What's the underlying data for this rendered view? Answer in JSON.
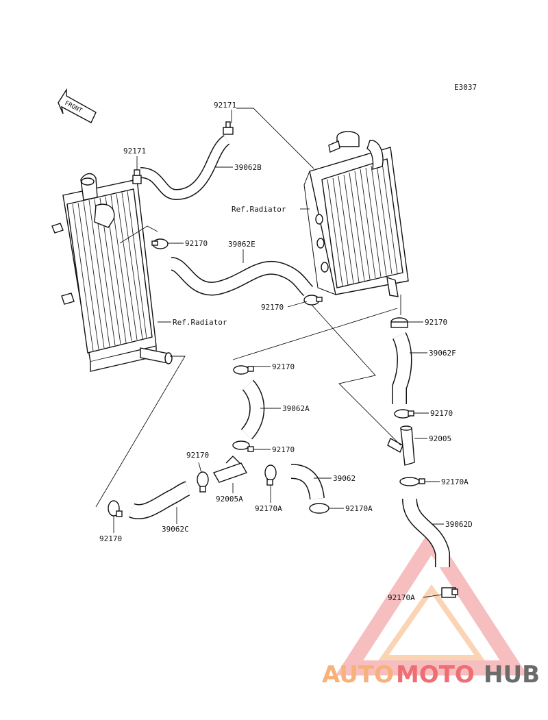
{
  "diagram": {
    "code": "E3037",
    "front_label": "FRONT",
    "ref_labels": {
      "radiator_left": "Ref.Radiator",
      "radiator_right": "Ref.Radiator"
    },
    "callouts": {
      "p92171_top": "92171",
      "p92171_left": "92171",
      "p39062B": "39062B",
      "p92170_a": "92170",
      "p39062E": "39062E",
      "p92170_b": "92170",
      "p92170_c": "92170",
      "p39062F": "39062F",
      "p92170_d": "92170",
      "p39062A": "39062A",
      "p92170_e": "92170",
      "p92170_f": "92170",
      "p92005": "92005",
      "p39062": "39062",
      "p92170A_a": "92170A",
      "p92005A": "92005A",
      "p92170A_b": "92170A",
      "p92170A_c": "92170A",
      "p92170_g": "92170",
      "p39062C": "39062C",
      "p39062D": "39062D",
      "p92170A_d": "92170A"
    }
  },
  "watermark": {
    "part1": "AUTO",
    "part2": "MOTO",
    "part3": "HUB",
    "colors": {
      "auto": "#f6b27a",
      "moto": "#ee6e73",
      "hub": "#6b6b6b"
    }
  }
}
